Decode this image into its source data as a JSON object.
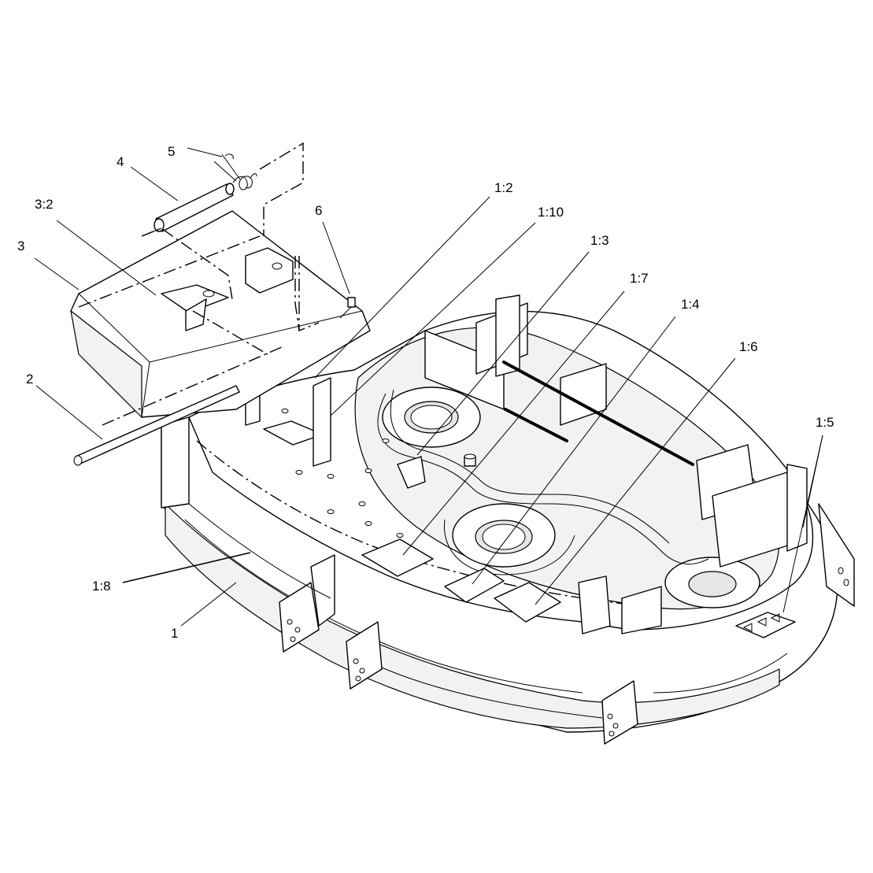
{
  "callouts": {
    "c5": "5",
    "c4": "4",
    "c32": "3:2",
    "c3": "3",
    "c6": "6",
    "c2": "2",
    "c12": "1:2",
    "c110": "1:10",
    "c13": "1:3",
    "c17": "1:7",
    "c14": "1:4",
    "c16": "1:6",
    "c15": "1:5",
    "c18": "1:8",
    "c1": "1"
  }
}
